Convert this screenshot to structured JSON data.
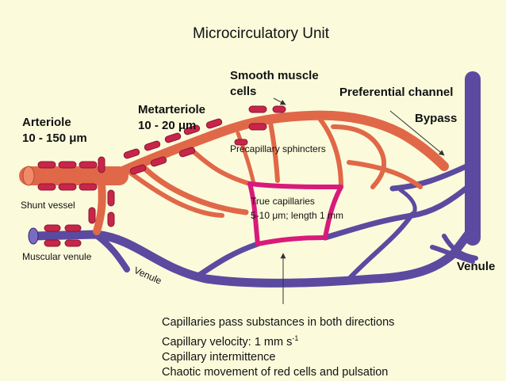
{
  "title": "Microcirculatory Unit",
  "labels": {
    "smooth_muscle_line1": "Smooth muscle",
    "smooth_muscle_line2": "cells",
    "preferential_channel": "Preferential channel",
    "bypass": "Bypass",
    "metarteriole_line1": "Metarteriole",
    "metarteriole_line2": "10 - 20 μm",
    "arteriole_line1": "Arteriole",
    "arteriole_line2": "10 - 150 μm",
    "precapillary_sphincters": "Precapillary  sphincters",
    "shunt_vessel": "Shunt vessel",
    "true_capillaries_line1": "True  capillaries",
    "true_capillaries_line2": "5-10 μm; length 1 mm",
    "muscular_venule": "Muscular venule",
    "venule_left": "Venule",
    "venule_right": "Venule"
  },
  "notes": {
    "line1": "Capillaries pass substances in both directions",
    "line2_prefix": "Capillary velocity: 1 mm s",
    "line2_sup": "-1",
    "line3": "Capillary intermittence",
    "line4": "Chaotic movement of red cells and pulsation"
  },
  "colors": {
    "background": "#fbfbdc",
    "arterial": "#e06848",
    "arterial_outline": "#b04a30",
    "venous": "#5b4aa0",
    "venous_outline": "#2f2470",
    "capillary": "#d81b7a",
    "muscle_cell": "#c8254a"
  }
}
